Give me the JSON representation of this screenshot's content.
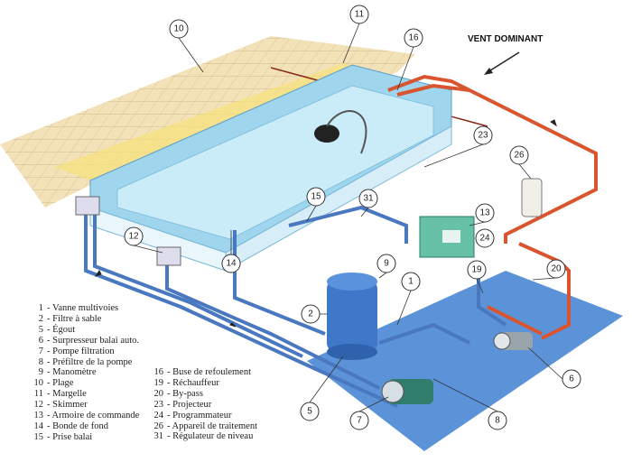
{
  "wind_label": "VENT DOMINANT",
  "colors": {
    "water": "#9fd6ee",
    "pipe_blue": "#4a78c0",
    "pipe_red": "#d9542f",
    "tiles": "#f3e2b8",
    "floor": "#3f7fd0"
  },
  "callouts": [
    "10",
    "11",
    "16",
    "23",
    "26",
    "13",
    "24",
    "19",
    "20",
    "15",
    "31",
    "12",
    "14",
    "9",
    "1",
    "2",
    "6",
    "5",
    "7",
    "8"
  ],
  "legend_left": [
    {
      "num": "1",
      "label": "Vanne multivoies"
    },
    {
      "num": "2",
      "label": "Filtre à sable"
    },
    {
      "num": "5",
      "label": "Égout"
    },
    {
      "num": "6",
      "label": "Surpresseur balai auto."
    },
    {
      "num": "7",
      "label": "Pompe filtration"
    },
    {
      "num": "8",
      "label": "Préfiltre de la pompe"
    },
    {
      "num": "9",
      "label": "Manomètre"
    },
    {
      "num": "10",
      "label": "Plage"
    },
    {
      "num": "11",
      "label": "Margelle"
    },
    {
      "num": "12",
      "label": "Skimmer"
    },
    {
      "num": "13",
      "label": "Armoire de commande"
    },
    {
      "num": "14",
      "label": "Bonde de fond"
    },
    {
      "num": "15",
      "label": "Prise balai"
    }
  ],
  "legend_right": [
    {
      "num": "16",
      "label": "Buse de refoulement"
    },
    {
      "num": "19",
      "label": "Réchauffeur"
    },
    {
      "num": "20",
      "label": "By-pass"
    },
    {
      "num": "23",
      "label": "Projecteur"
    },
    {
      "num": "24",
      "label": "Programmateur"
    },
    {
      "num": "26",
      "label": "Appareil de traitement"
    },
    {
      "num": "31",
      "label": "Régulateur de niveau"
    }
  ]
}
